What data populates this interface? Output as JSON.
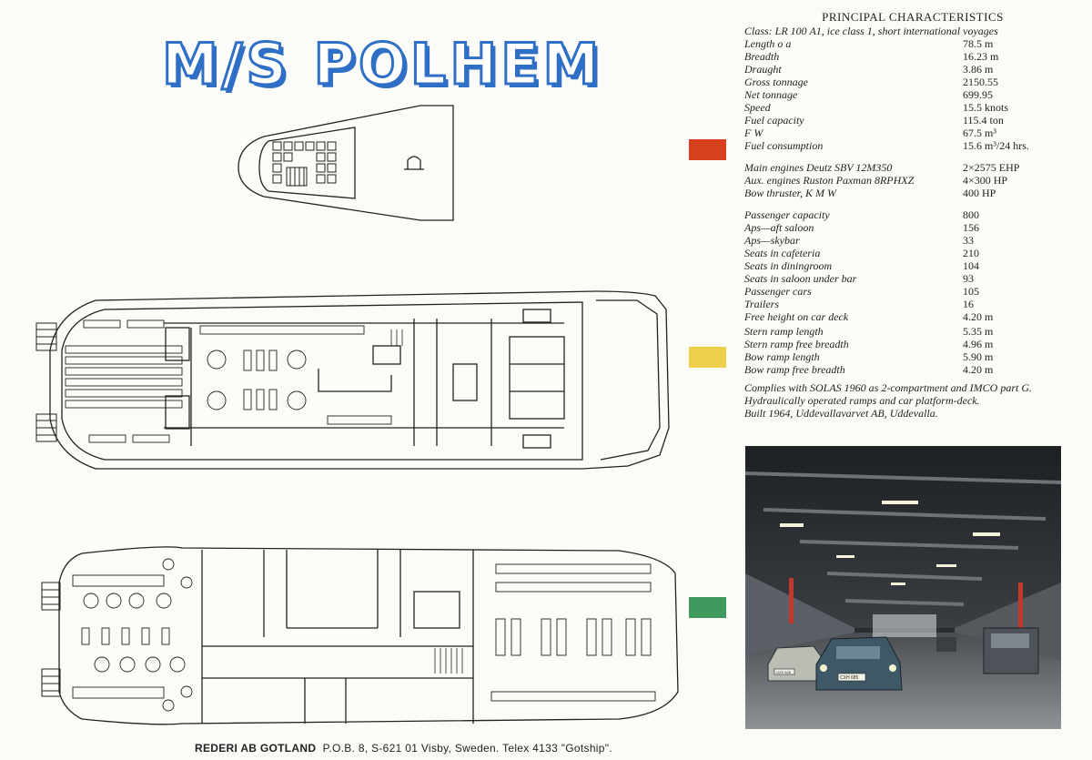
{
  "title": "M/S POLHEM",
  "specs": {
    "heading": "PRINCIPAL CHARACTERISTICS",
    "class_line": "Class: LR 100 A1, ice class 1, short international voyages",
    "group1": [
      {
        "label": "Length o a",
        "value": "78.5 m"
      },
      {
        "label": "Breadth",
        "value": "16.23 m"
      },
      {
        "label": "Draught",
        "value": "3.86 m"
      },
      {
        "label": "Gross tonnage",
        "value": "2150.55"
      },
      {
        "label": "Net tonnage",
        "value": "699.95"
      },
      {
        "label": "Speed",
        "value": "15.5 knots"
      },
      {
        "label": "Fuel capacity",
        "value": "115.4 ton"
      },
      {
        "label": "F W",
        "value": "67.5 m³"
      },
      {
        "label": "Fuel consumption",
        "value": "15.6 m³/24 hrs."
      }
    ],
    "group2": [
      {
        "label": "Main engines Deutz SBV 12M350",
        "value": "2×2575 EHP"
      },
      {
        "label": "Aux. engines Ruston Paxman 8RPHXZ",
        "value": "4×300 HP"
      },
      {
        "label": "Bow thruster, K M W",
        "value": "400 HP"
      }
    ],
    "group3": [
      {
        "label": "Passenger capacity",
        "value": "800"
      },
      {
        "label": "Aps—aft saloon",
        "value": "156"
      },
      {
        "label": "Aps—skybar",
        "value": "33"
      },
      {
        "label": "Seats in cafeteria",
        "value": "210"
      },
      {
        "label": "Seats in diningroom",
        "value": "104"
      },
      {
        "label": "Seats in saloon under bar",
        "value": "93"
      },
      {
        "label": "Passenger cars",
        "value": "105"
      },
      {
        "label": "Trailers",
        "value": "16"
      },
      {
        "label": "Free height on car deck",
        "value": "4.20 m"
      }
    ],
    "group4": [
      {
        "label": "Stern ramp length",
        "value": "5.35 m"
      },
      {
        "label": "Stern ramp free breadth",
        "value": "4.96 m"
      },
      {
        "label": "Bow ramp length",
        "value": "5.90 m"
      },
      {
        "label": "Bow ramp free breadth",
        "value": "4.20 m"
      }
    ],
    "notes": [
      "Complies with SOLAS 1960 as 2-compartment and IMCO part G.",
      "Hydraulically operated ramps and car platform-deck.",
      "Built 1964, Uddevallavarvet AB, Uddevalla."
    ]
  },
  "colors": {
    "title_blue": "#2f6fc6",
    "swatch_red": "#d7401f",
    "swatch_yellow": "#ecd04b",
    "swatch_green": "#3e9a5d"
  },
  "photo": {
    "plates": [
      "CXH 685",
      "GZX 626"
    ]
  },
  "footer": {
    "company": "REDERI AB GOTLAND",
    "address": "P.O.B. 8, S-621 01 Visby, Sweden. Telex 4133 \"Gotship\"."
  }
}
